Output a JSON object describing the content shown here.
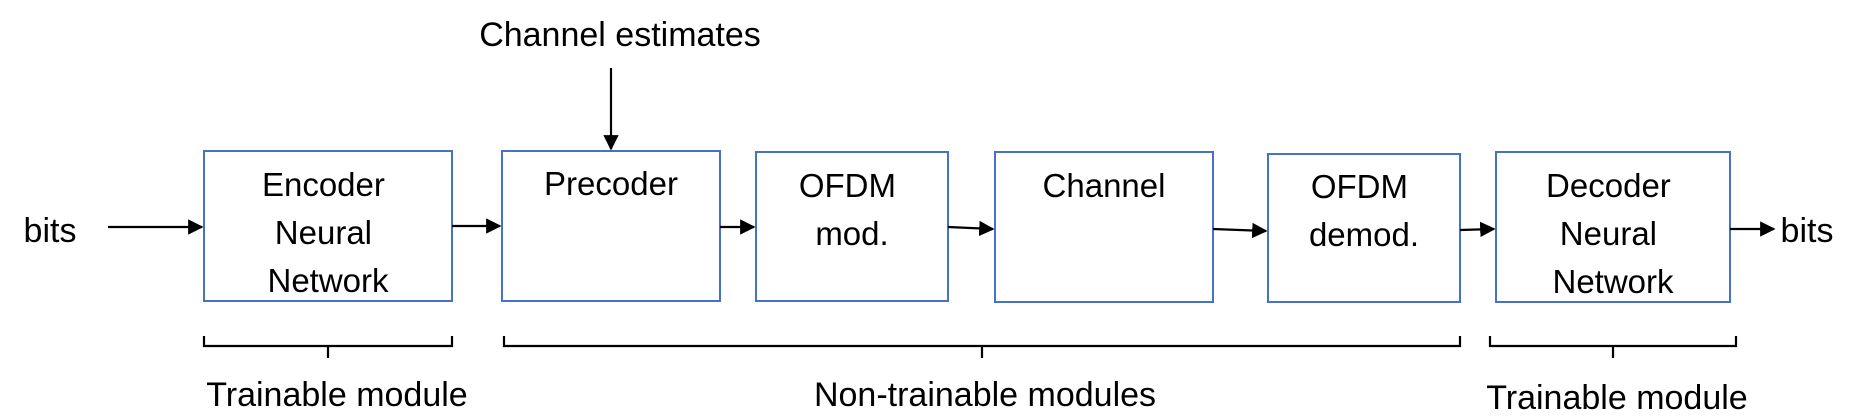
{
  "input_label": "bits",
  "output_label": "bits",
  "side_input_label": "Channel estimates",
  "blocks": [
    {
      "id": "encoder",
      "lines": [
        "Encoder",
        "Neural",
        "Network"
      ]
    },
    {
      "id": "precoder",
      "lines": [
        "Precoder"
      ]
    },
    {
      "id": "ofdm-mod",
      "lines": [
        "OFDM",
        "mod."
      ]
    },
    {
      "id": "channel",
      "lines": [
        "Channel"
      ]
    },
    {
      "id": "ofdm-demod",
      "lines": [
        "OFDM",
        "demod."
      ]
    },
    {
      "id": "decoder",
      "lines": [
        "Decoder",
        "Neural",
        "Network"
      ]
    }
  ],
  "groups": [
    {
      "id": "trainable-left",
      "label": "Trainable module"
    },
    {
      "id": "non-trainable",
      "label": "Non-trainable modules"
    },
    {
      "id": "trainable-right",
      "label": "Trainable module"
    }
  ],
  "colors": {
    "block_border": "#4472c4",
    "ink": "#000000"
  }
}
